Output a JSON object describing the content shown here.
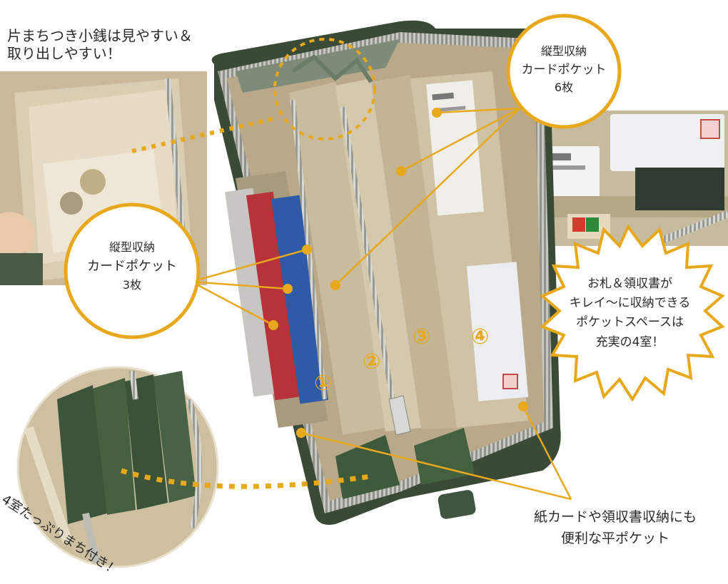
{
  "callouts": {
    "top_left": [
      "片まちつき小銭は見やすい＆",
      "取り出しやすい！"
    ],
    "card_pocket_6": [
      "縦型収納",
      "カードポケット",
      "6枚"
    ],
    "card_pocket_3": [
      "縦型収納",
      "カードポケット",
      "3枚"
    ],
    "bill_pockets": [
      "お札＆領収書が",
      "キレイ〜に収納できる",
      "ポケットスペースは",
      "充実の4室！"
    ],
    "flat_pocket": [
      "紙カードや領収書収納にも",
      "便利な平ポケット"
    ],
    "gusset": "4室たっぷりまち付き！"
  },
  "compartment_numbers": [
    "①",
    "②",
    "③",
    "④"
  ],
  "colors": {
    "accent": "#e8a81c",
    "leather": "#b9a98a",
    "lining_green": "#3e5a3a",
    "zipper": "#c9c9c4"
  }
}
